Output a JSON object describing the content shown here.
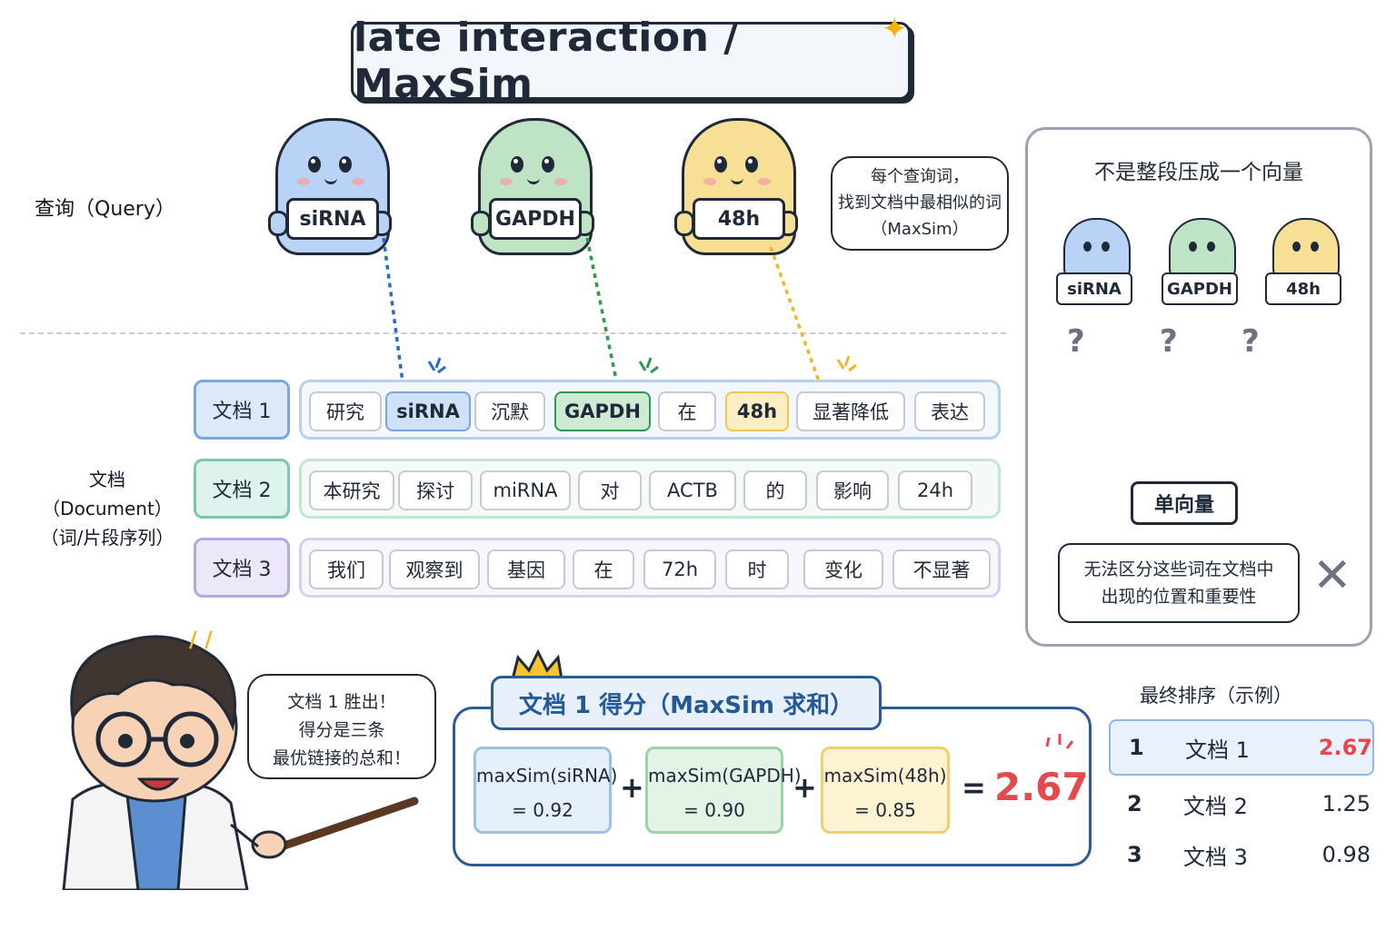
{
  "title": "late interaction / MaxSim",
  "query_label": "查询（Query）",
  "query_tokens": [
    {
      "label": "siRNA",
      "color": "#b9d3f6"
    },
    {
      "label": "GAPDH",
      "color": "#bfe3c5"
    },
    {
      "label": "48h",
      "color": "#f7df95"
    }
  ],
  "speech_bubble": [
    "每个查询词，",
    "找到文档中最相似的词",
    "（MaxSim）"
  ],
  "document_label": [
    "文档（Document）",
    "（词/片段序列）"
  ],
  "documents": [
    {
      "label": "文档 1",
      "tokens": [
        "研究",
        "siRNA",
        "沉默",
        "GAPDH",
        "在",
        "48h",
        "显著降低",
        "表达"
      ]
    },
    {
      "label": "文档 2",
      "tokens": [
        "本研究",
        "探讨",
        "miRNA",
        "对",
        "ACTB",
        "的",
        "影响",
        "24h"
      ]
    },
    {
      "label": "文档 3",
      "tokens": [
        "我们",
        "观察到",
        "基因",
        "在",
        "72h",
        "时",
        "变化",
        "不显著"
      ]
    }
  ],
  "single_vector_panel": {
    "title": "不是整段压成一个向量",
    "tokens": [
      "siRNA",
      "GAPDH",
      "48h"
    ],
    "question_mark": "?",
    "cloud_label": "单向量",
    "caption": [
      "无法区分这些词在文档中",
      "出现的位置和重要性"
    ],
    "cross_symbol": "✕"
  },
  "scientist_bubble": [
    "文档 1 胜出！",
    "得分是三条",
    "最优链接的总和！"
  ],
  "score": {
    "header": "文档 1  得分（MaxSim 求和）",
    "terms": [
      {
        "name": "maxSim(siRNA)",
        "value": "=  0.92"
      },
      {
        "name": "maxSim(GAPDH)",
        "value": "=  0.90"
      },
      {
        "name": "maxSim(48h)",
        "value": "=  0.85"
      }
    ],
    "plus": "+",
    "equals": "=",
    "total": "2.67"
  },
  "ranking": {
    "title": "最终排序（示例）",
    "rows": [
      {
        "rank": "1",
        "doc": "文档 1",
        "score": "2.67"
      },
      {
        "rank": "2",
        "doc": "文档 2",
        "score": "1.25"
      },
      {
        "rank": "3",
        "doc": "文档 3",
        "score": "0.98"
      }
    ]
  },
  "colors": {
    "blue": "#2a6ac8",
    "green": "#2f9a4f",
    "yellow": "#f0b72a",
    "red": "#e5484d",
    "doc1_border": "#7aa7dc",
    "doc2_border": "#7cc6b0",
    "doc3_border": "#b3a8e0"
  }
}
